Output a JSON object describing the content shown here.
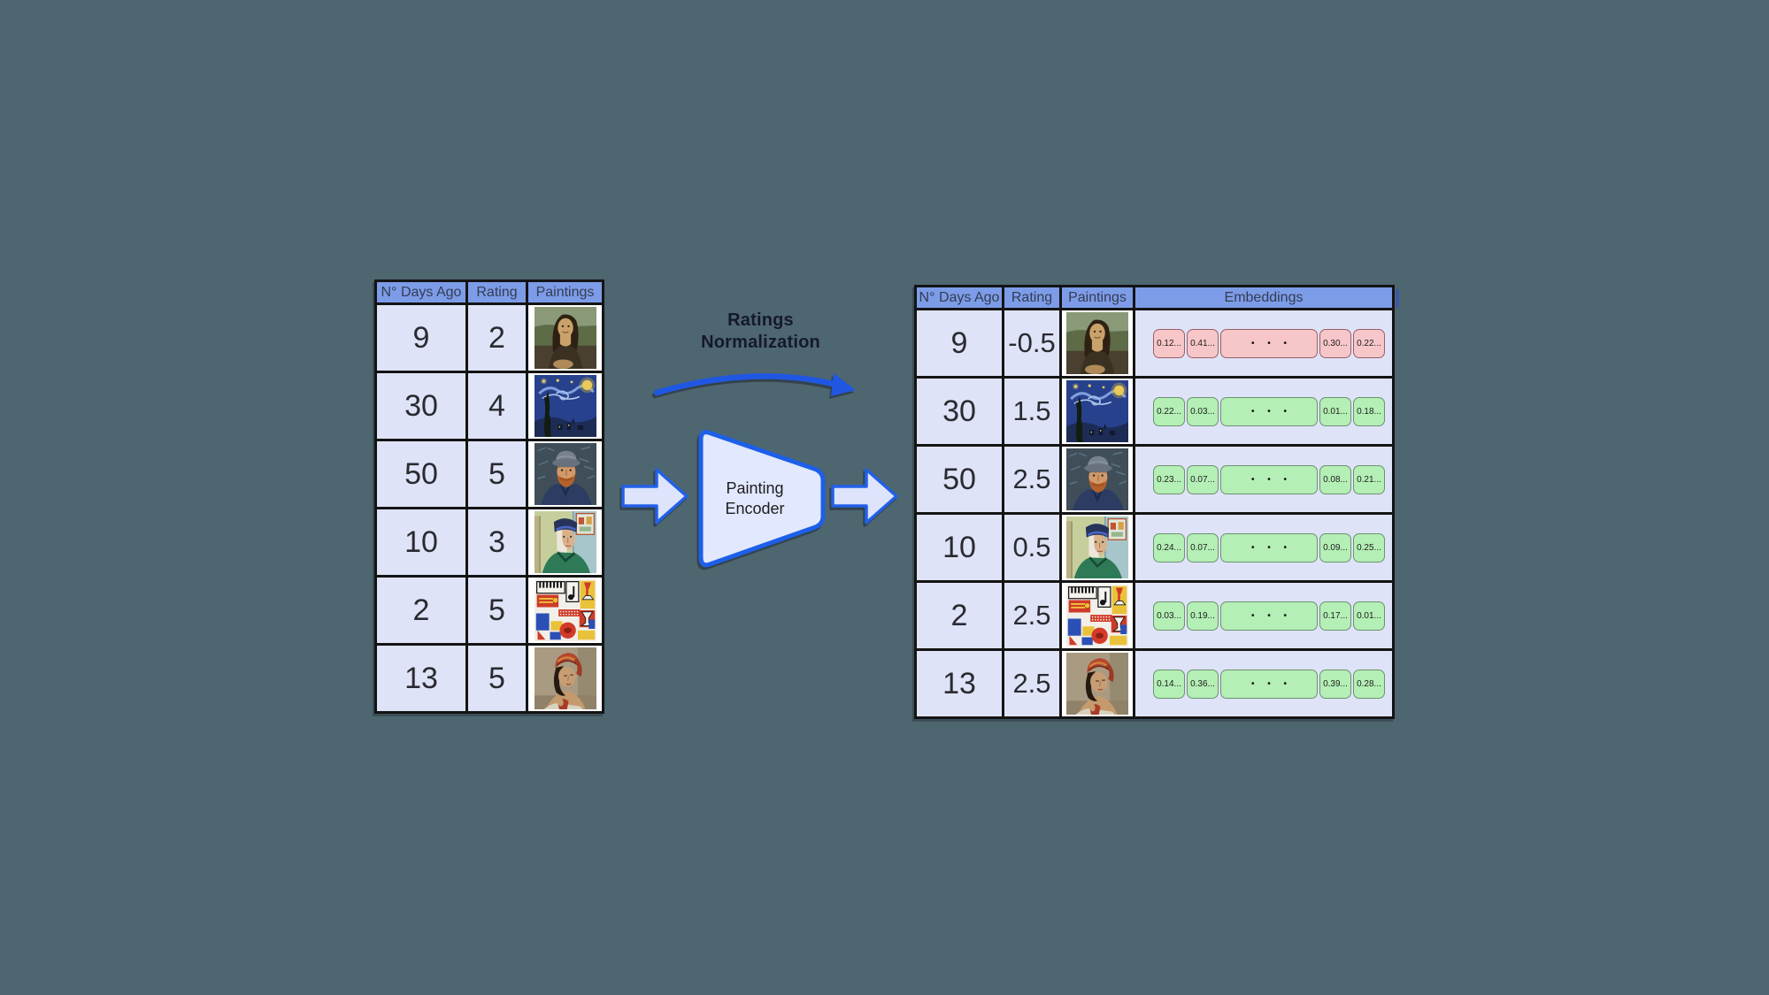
{
  "colors": {
    "background": "#4d6670",
    "header-blue": "#7d9ce8",
    "cell-lavender": "#dfe3f8",
    "table-border": "#141414",
    "accent-blue": "#1d5fe8",
    "shape-fill": "#e2e8fd",
    "embedding-pink": "#f7c6c9",
    "embedding-green": "#b4efb6",
    "label-dark": "#16182c"
  },
  "left_table": {
    "headers": [
      "N° Days Ago",
      "Rating",
      "Paintings"
    ],
    "rows": [
      {
        "days": "9",
        "rating": "2",
        "painting": "Mona Lisa"
      },
      {
        "days": "30",
        "rating": "4",
        "painting": "The Starry Night"
      },
      {
        "days": "50",
        "rating": "5",
        "painting": "Self-Portrait with Grey Felt Hat"
      },
      {
        "days": "10",
        "rating": "3",
        "painting": "Self-Portrait with Bandaged Ear"
      },
      {
        "days": "2",
        "rating": "5",
        "painting": "Cubist Still Life"
      },
      {
        "days": "13",
        "rating": "5",
        "painting": "Portrait with Red Headdress"
      }
    ]
  },
  "flow": {
    "normalization_label": {
      "line1": "Ratings",
      "line2": "Normalization"
    },
    "encoder_label": {
      "line1": "Painting",
      "line2": "Encoder"
    }
  },
  "right_table": {
    "headers": [
      "N° Days Ago",
      "Rating",
      "Paintings",
      "Embeddings"
    ],
    "ellipsis": "• • •",
    "rows": [
      {
        "days": "9",
        "rating": "-0.5",
        "painting": "Mona Lisa",
        "highlight": "pink",
        "embedding": [
          "0.12...",
          "0.41...",
          "0.30...",
          "0.22..."
        ]
      },
      {
        "days": "30",
        "rating": "1.5",
        "painting": "The Starry Night",
        "highlight": "green",
        "embedding": [
          "0.22...",
          "0.03...",
          "0.01...",
          "0.18..."
        ]
      },
      {
        "days": "50",
        "rating": "2.5",
        "painting": "Self-Portrait with Grey Felt Hat",
        "highlight": "green",
        "embedding": [
          "0.23...",
          "0.07...",
          "0.08...",
          "0.21..."
        ]
      },
      {
        "days": "10",
        "rating": "0.5",
        "painting": "Self-Portrait with Bandaged Ear",
        "highlight": "green",
        "embedding": [
          "0.24...",
          "0.07...",
          "0.09...",
          "0.25..."
        ]
      },
      {
        "days": "2",
        "rating": "2.5",
        "painting": "Cubist Still Life",
        "highlight": "green",
        "embedding": [
          "0.03...",
          "0.19...",
          "0.17...",
          "0.01..."
        ]
      },
      {
        "days": "13",
        "rating": "2.5",
        "painting": "Portrait with Red Headdress",
        "highlight": "green",
        "embedding": [
          "0.14...",
          "0.36...",
          "0.39...",
          "0.28..."
        ]
      }
    ]
  }
}
